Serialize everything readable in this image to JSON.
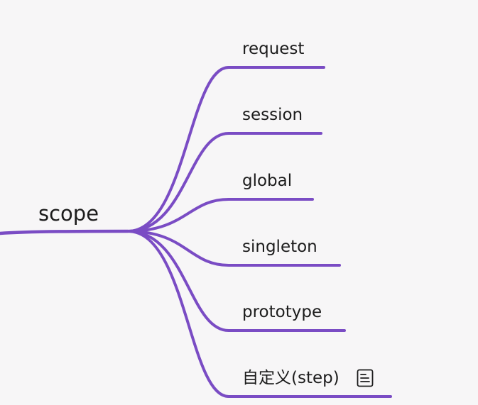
{
  "mindmap": {
    "root": {
      "label": "scope"
    },
    "branches": [
      {
        "label": "request",
        "has_note": false
      },
      {
        "label": "session",
        "has_note": false
      },
      {
        "label": "global",
        "has_note": false
      },
      {
        "label": "singleton",
        "has_note": false
      },
      {
        "label": "prototype",
        "has_note": false
      },
      {
        "label": "自定义(step)",
        "has_note": true,
        "note_icon": "note-icon"
      }
    ]
  },
  "colors": {
    "background": "#f7f6f7",
    "connector": "#7a4cc4",
    "text": "#1c1c1c"
  }
}
